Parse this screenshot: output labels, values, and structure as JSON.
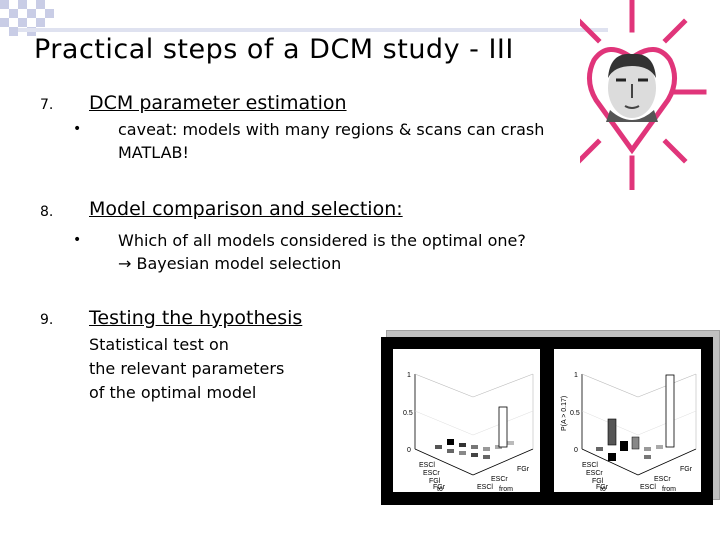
{
  "slide": {
    "title": "Practical steps of a DCM study - III",
    "items": [
      {
        "number": "7.",
        "heading": "DCM parameter estimation",
        "bullet": "•",
        "text_lines": [
          "caveat: models with many regions & scans can crash",
          "MATLAB!"
        ]
      },
      {
        "number": "8.",
        "heading": "Model comparison and selection:",
        "bullet": "•",
        "text_lines": [
          "Which of all models considered is the optimal one?",
          "→ Bayesian model selection"
        ]
      },
      {
        "number": "9.",
        "heading": "Testing the hypothesis",
        "text_lines": [
          "Statistical test on",
          "the relevant parameters",
          "of the optimal model"
        ]
      }
    ]
  },
  "figure": {
    "left_panel": {
      "y_ticks": [
        "1",
        "0.5",
        "0"
      ],
      "labels": [
        "ESCl",
        "ESCr",
        "FGl",
        "FGr",
        "ESCr",
        "FGr",
        "ESCl",
        "to",
        "from"
      ]
    },
    "right_panel": {
      "y_label": "P(A > 0.17)",
      "y_ticks": [
        "1",
        "0.5",
        "0"
      ],
      "labels": [
        "ESCl",
        "ESCr",
        "FGl",
        "FGr",
        "ESCr",
        "FGr",
        "ESCl",
        "to",
        "from"
      ]
    }
  },
  "colors": {
    "accent": "#e0357a",
    "checker": "#c9cde6"
  },
  "decoration": {
    "icon": "portrait-with-heart-icon"
  }
}
